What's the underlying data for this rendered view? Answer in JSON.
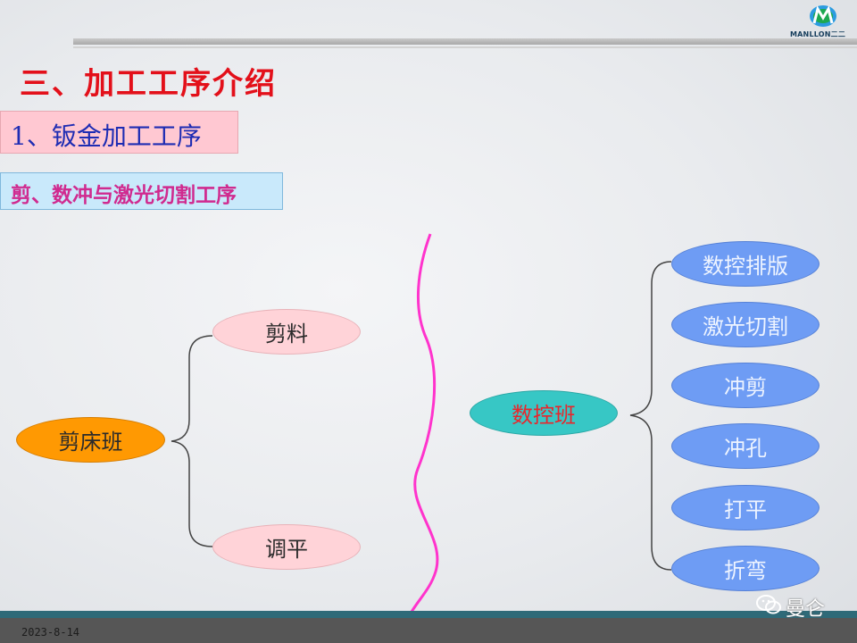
{
  "header": {
    "logo_text": "MANLLON二二",
    "title": "三、加工工序介绍",
    "subtitle": "1、钣金加工工序",
    "section": "剪、数冲与激光切割工序"
  },
  "left_tree": {
    "root": "剪床班",
    "children": [
      "剪料",
      "调平"
    ]
  },
  "right_tree": {
    "root": "数控班",
    "children": [
      "数控排版",
      "激光切割",
      "冲剪",
      "冲孔",
      "打平",
      "折弯"
    ]
  },
  "footer": {
    "date": "2023-8-14",
    "watermark": "曼仑"
  },
  "colors": {
    "title": "#e3101a",
    "subtitle": "#1e2cb3",
    "section_text": "#d02a8f",
    "divider": "#ff33cc",
    "left_root": "#ff9902",
    "left_children": "#ffd3d8",
    "right_root": "#37c7c5",
    "right_children": "#6e9cf4"
  },
  "icons": [
    "logo-icon",
    "wechat-icon"
  ]
}
